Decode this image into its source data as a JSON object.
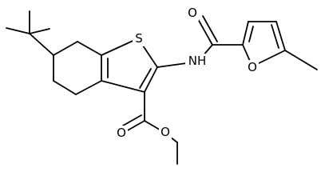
{
  "structure": {
    "atoms": {
      "S": "S",
      "NH": "NH",
      "O_amide": "O",
      "O_furan": "O",
      "O_ester_carbonyl": "O",
      "O_ester_ether": "O"
    },
    "colors": {
      "bond": "#000000",
      "label": "#000000",
      "background": "#ffffff"
    }
  }
}
